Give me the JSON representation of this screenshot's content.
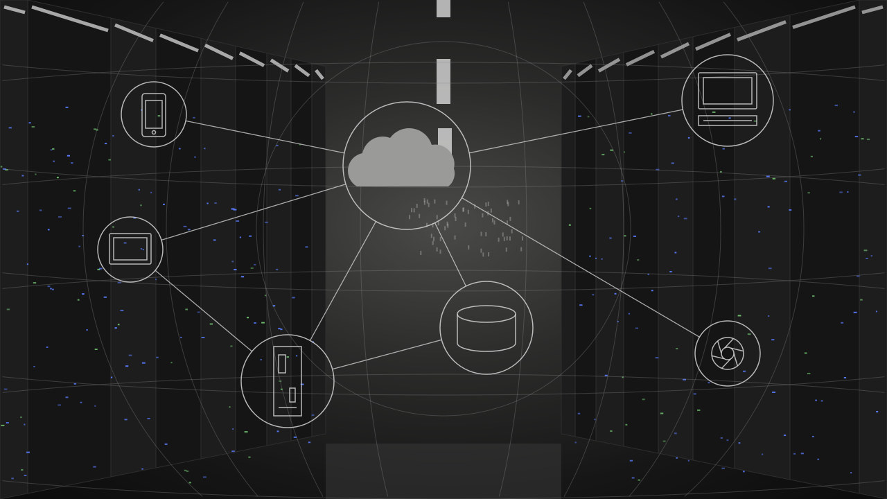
{
  "colors": {
    "line": "#cfcfcf",
    "cloud_fill": "#9a9a98",
    "led_blue": "#5a7cff",
    "led_green": "#6fbf6f",
    "ceiling_light": "#e6e6e6"
  },
  "nodes": [
    {
      "id": "cloud",
      "icon": "cloud-icon"
    },
    {
      "id": "phone",
      "icon": "smartphone-icon"
    },
    {
      "id": "monitor",
      "icon": "desktop-computer-icon"
    },
    {
      "id": "tablet",
      "icon": "tablet-icon"
    },
    {
      "id": "server",
      "icon": "server-tower-icon"
    },
    {
      "id": "database",
      "icon": "database-icon"
    },
    {
      "id": "camera",
      "icon": "camera-aperture-icon"
    }
  ],
  "links": [
    [
      "phone",
      "cloud"
    ],
    [
      "monitor",
      "cloud"
    ],
    [
      "tablet",
      "cloud"
    ],
    [
      "tablet",
      "server"
    ],
    [
      "server",
      "cloud"
    ],
    [
      "server",
      "database"
    ],
    [
      "database",
      "cloud"
    ],
    [
      "camera",
      "cloud"
    ]
  ]
}
